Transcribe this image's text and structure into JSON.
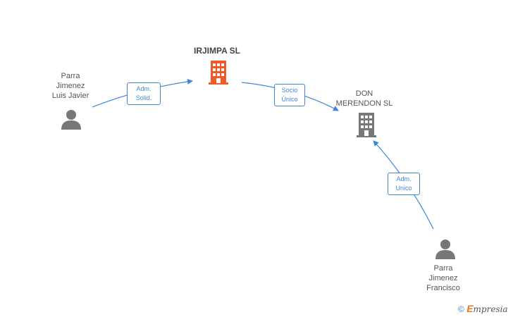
{
  "nodes": {
    "irjimpa": {
      "label": "IRJIMPA SL"
    },
    "don_merendon": {
      "line1": "DON",
      "line2": "MERENDON SL"
    },
    "parra_luis": {
      "line1": "Parra",
      "line2": "Jimenez",
      "line3": "Luis Javier"
    },
    "parra_francisco": {
      "line1": "Parra",
      "line2": "Jimenez",
      "line3": "Francisco"
    }
  },
  "edges": {
    "adm_solid": {
      "line1": "Adm.",
      "line2": "Solid."
    },
    "socio_unico": {
      "line1": "Socio",
      "line2": "Único"
    },
    "adm_unico": {
      "line1": "Adm.",
      "line2": "Unico"
    }
  },
  "colors": {
    "accent": "#3f87d6",
    "main_company": "#f05a28",
    "company": "#777777",
    "person": "#777777"
  },
  "watermark": {
    "copyright": "©",
    "brand_initial": "E",
    "brand_rest": "mpresia"
  }
}
